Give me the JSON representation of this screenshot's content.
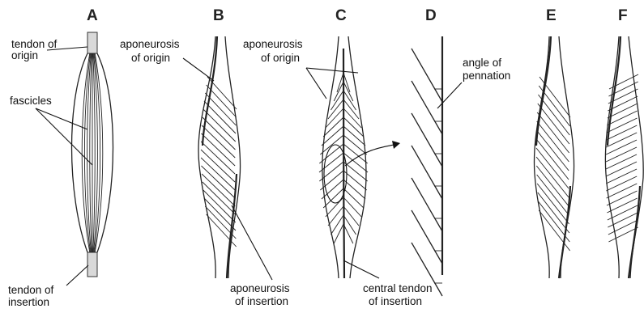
{
  "panels": [
    {
      "letter": "A"
    },
    {
      "letter": "B"
    },
    {
      "letter": "C"
    },
    {
      "letter": "D"
    },
    {
      "letter": "E"
    },
    {
      "letter": "F"
    }
  ],
  "labels": {
    "tendon_origin_1": "tendon of",
    "tendon_origin_2": "origin",
    "fascicles": "fascicles",
    "tendon_insertion_1": "tendon of",
    "tendon_insertion_2": "insertion",
    "apo_origin_b_1": "aponeurosis",
    "apo_origin_b_2": "of origin",
    "apo_insertion_1": "aponeurosis",
    "apo_insertion_2": "of insertion",
    "apo_origin_c_1": "aponeurosis",
    "apo_origin_c_2": "of origin",
    "central_tendon_1": "central tendon",
    "central_tendon_2": "of insertion",
    "angle_1": "angle of",
    "angle_2": "pennation"
  }
}
